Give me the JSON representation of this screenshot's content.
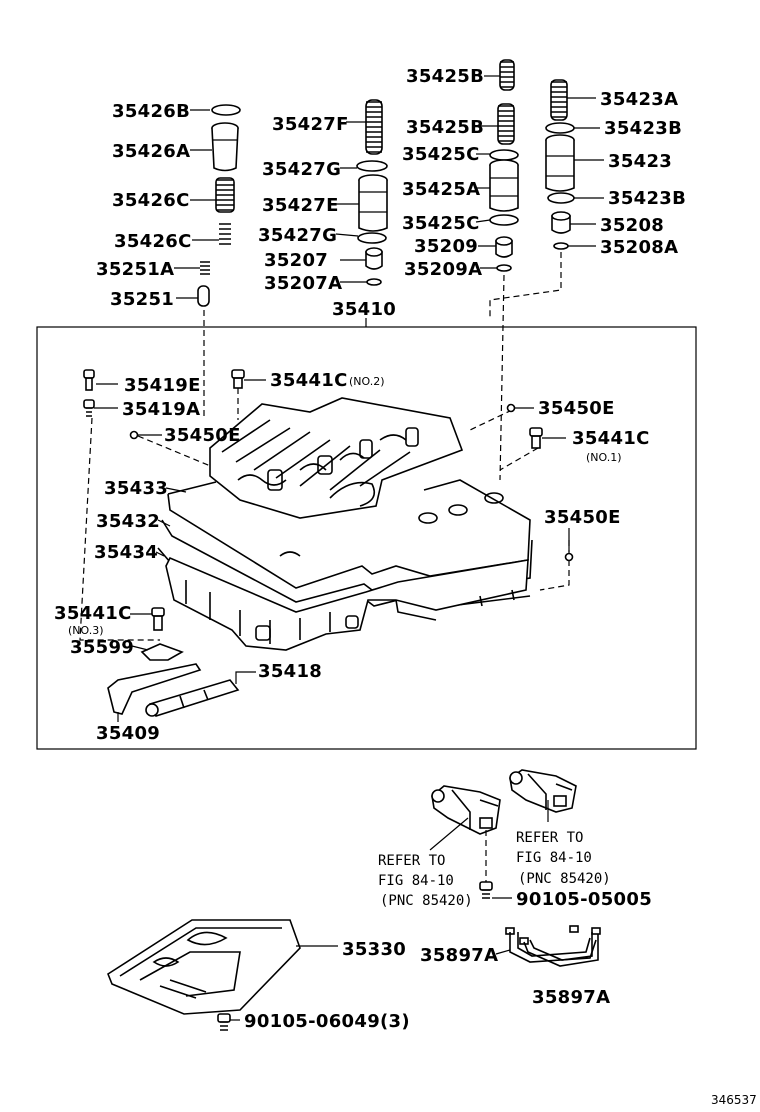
{
  "labels": {
    "p35425B_top": "35425B",
    "p35426B": "35426B",
    "p35423A": "35423A",
    "p35427F": "35427F",
    "p35425B": "35425B",
    "p35423B_upper": "35423B",
    "p35426A": "35426A",
    "p35425C_upper": "35425C",
    "p35427G_upper": "35427G",
    "p35423": "35423",
    "p35425A": "35425A",
    "p35427E": "35427E",
    "p35423B_lower": "35423B",
    "p35426C_upper": "35426C",
    "p35425C_lower": "35425C",
    "p35208": "35208",
    "p35426C_lower": "35426C",
    "p35427G_lower": "35427G",
    "p35209": "35209",
    "p35208A": "35208A",
    "p35251A": "35251A",
    "p35207": "35207",
    "p35209A": "35209A",
    "p35207A": "35207A",
    "p35251": "35251",
    "p35410": "35410",
    "p35419E": "35419E",
    "p35441C_no2": "35441C",
    "p35419A": "35419A",
    "p35450E_a": "35450E",
    "p35450E_b": "35450E",
    "p35441C_no1": "35441C",
    "p35433": "35433",
    "p35432": "35432",
    "p35450E_c": "35450E",
    "p35434": "35434",
    "p35441C_no3": "35441C",
    "p35599": "35599",
    "p35418": "35418",
    "p35409": "35409",
    "p90105_05005": "90105-05005",
    "p35330": "35330",
    "p35897A_a": "35897A",
    "p35897A_b": "35897A",
    "p90105_06049": "90105-06049(3)"
  },
  "sublabels": {
    "no2": "(NO.2)",
    "no1": "(NO.1)",
    "no3": "(NO.3)"
  },
  "notes": {
    "refer_left": [
      "REFER TO",
      "FIG 84-10",
      "(PNC 85420)"
    ],
    "refer_right": [
      "REFER TO",
      "FIG 84-10",
      "(PNC 85420)"
    ]
  },
  "catalog_number": "346537"
}
